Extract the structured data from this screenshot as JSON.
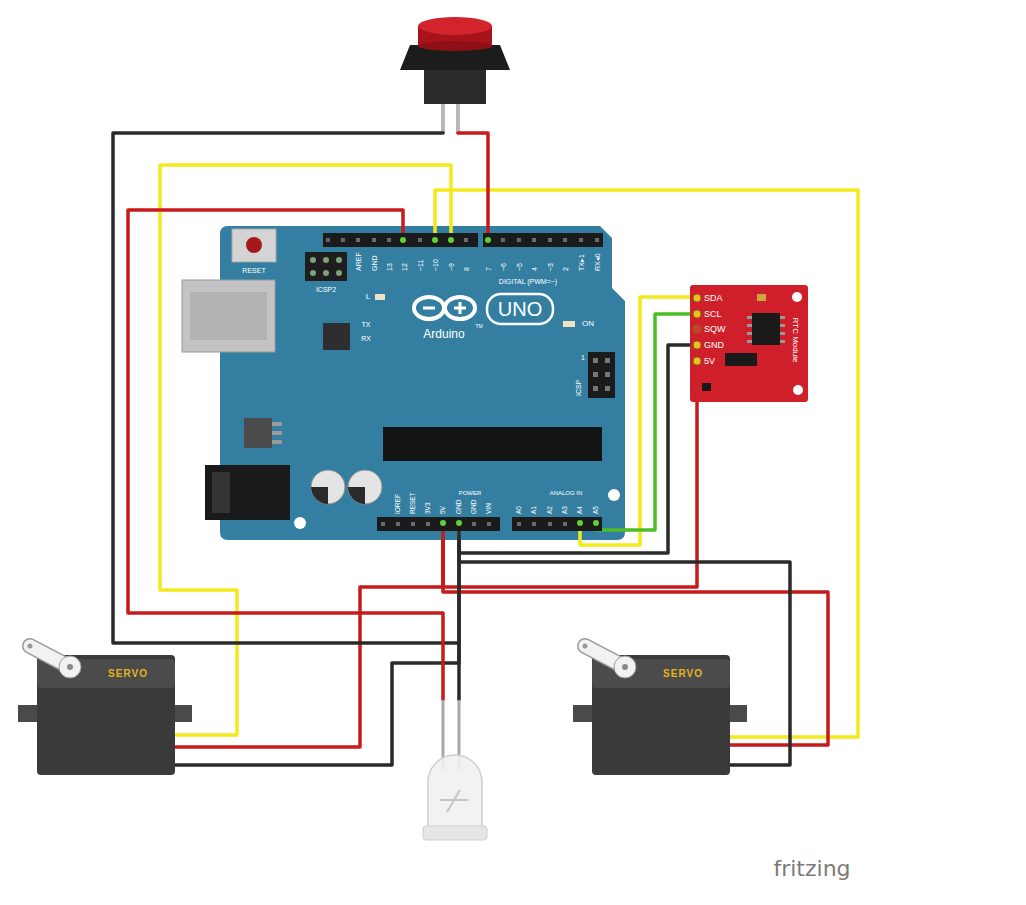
{
  "diagram": {
    "nodes": [
      {
        "text": [
          "RESET",
          "ICSP2",
          "AREF",
          "GND",
          "13",
          "12",
          "~11",
          "~10",
          "~9",
          "8",
          "7",
          "~6",
          "~5",
          "4",
          "~3",
          "2",
          "TX▸1",
          "RX◂0",
          "DIGITAL (PWM=~)",
          "L",
          "TX",
          "RX",
          "UNO",
          "Arduino",
          "TM",
          "ON",
          "1",
          "ICSP",
          "IOREF",
          "RESET",
          "3V3",
          "5V",
          "GND",
          "GND",
          "VIN",
          "POWER",
          "ANALOG IN",
          "A0",
          "A1",
          "A2",
          "A3",
          "A4",
          "A5"
        ]
      },
      {
        "text": [
          "SDA",
          "SCL",
          "SQW",
          "GND",
          "5V",
          "RTC Module"
        ]
      },
      {
        "text": [
          "SERVO"
        ]
      },
      {
        "text": [
          "SERVO"
        ]
      }
    ],
    "edges": [
      {
        "from": 0,
        "to": 1,
        "arrow": "none"
      },
      {
        "from": 0,
        "to": 1,
        "arrow": "none"
      },
      {
        "from": 0,
        "to": 1,
        "arrow": "none"
      },
      {
        "from": 0,
        "to": 1,
        "arrow": "none"
      },
      {
        "from": 0,
        "to": 2,
        "arrow": "none"
      },
      {
        "from": 0,
        "to": 2,
        "arrow": "none"
      },
      {
        "from": 0,
        "to": 2,
        "arrow": "none"
      },
      {
        "from": 0,
        "to": 3,
        "arrow": "none"
      },
      {
        "from": 0,
        "to": 3,
        "arrow": "none"
      },
      {
        "from": 0,
        "to": 3,
        "arrow": "none"
      }
    ],
    "labels": [
      "fritzing"
    ]
  }
}
